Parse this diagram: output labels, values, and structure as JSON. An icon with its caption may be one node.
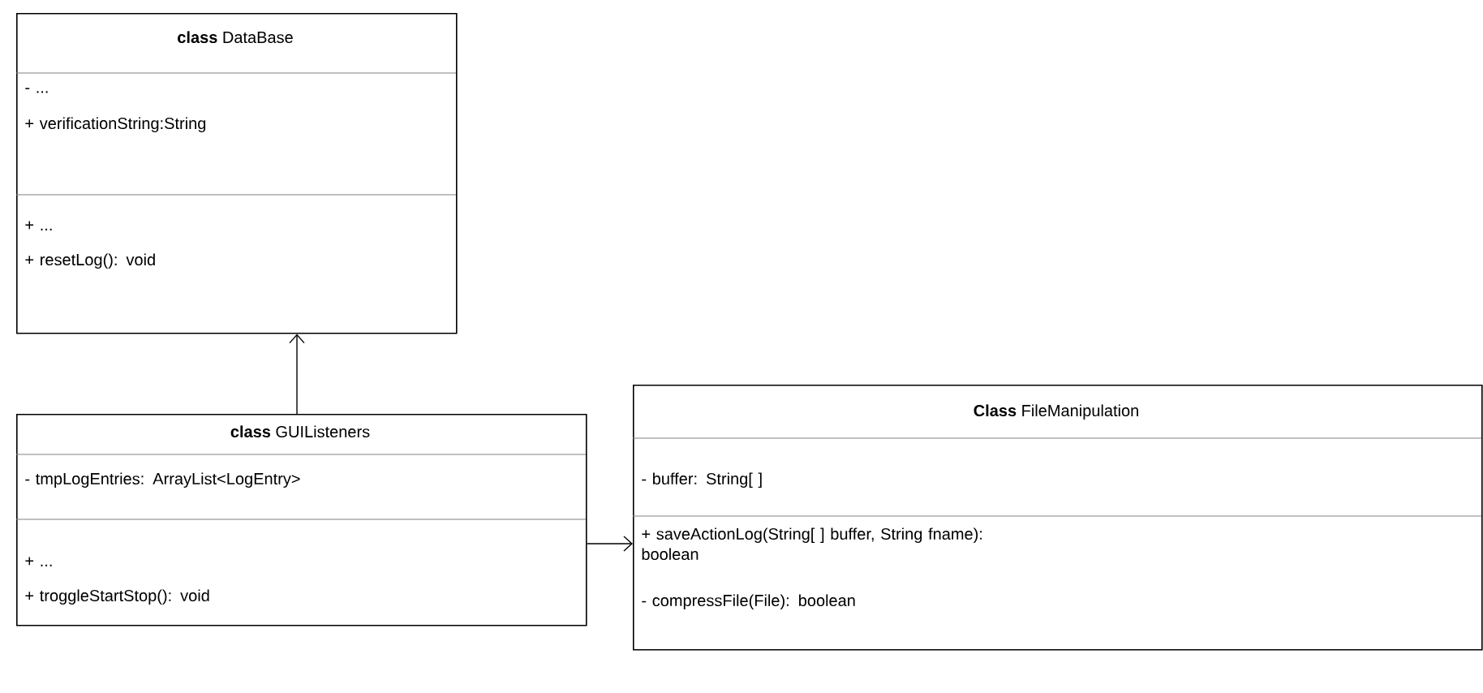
{
  "diagram": {
    "nodes": [
      {
        "text": [
          "**class** DataBase",
          "- ...",
          "+ verificationString:String",
          "+ ...",
          "+ resetLog(): void"
        ]
      },
      {
        "text": [
          "**class** GUIListeners",
          "- tmpLogEntries: ArrayList<LogEntry>",
          "+ ...",
          "+ troggleStartStop(): void"
        ]
      },
      {
        "text": [
          "**Class** FileManipulation",
          "- buffer: String[ ]",
          "+ saveActionLog(String[ ] buffer, String fname): boolean",
          "- compressFile(File): boolean"
        ]
      }
    ],
    "edges": [
      {
        "from": 1,
        "to": 0,
        "arrow": "to"
      },
      {
        "from": 1,
        "to": 2,
        "arrow": "to"
      }
    ]
  }
}
